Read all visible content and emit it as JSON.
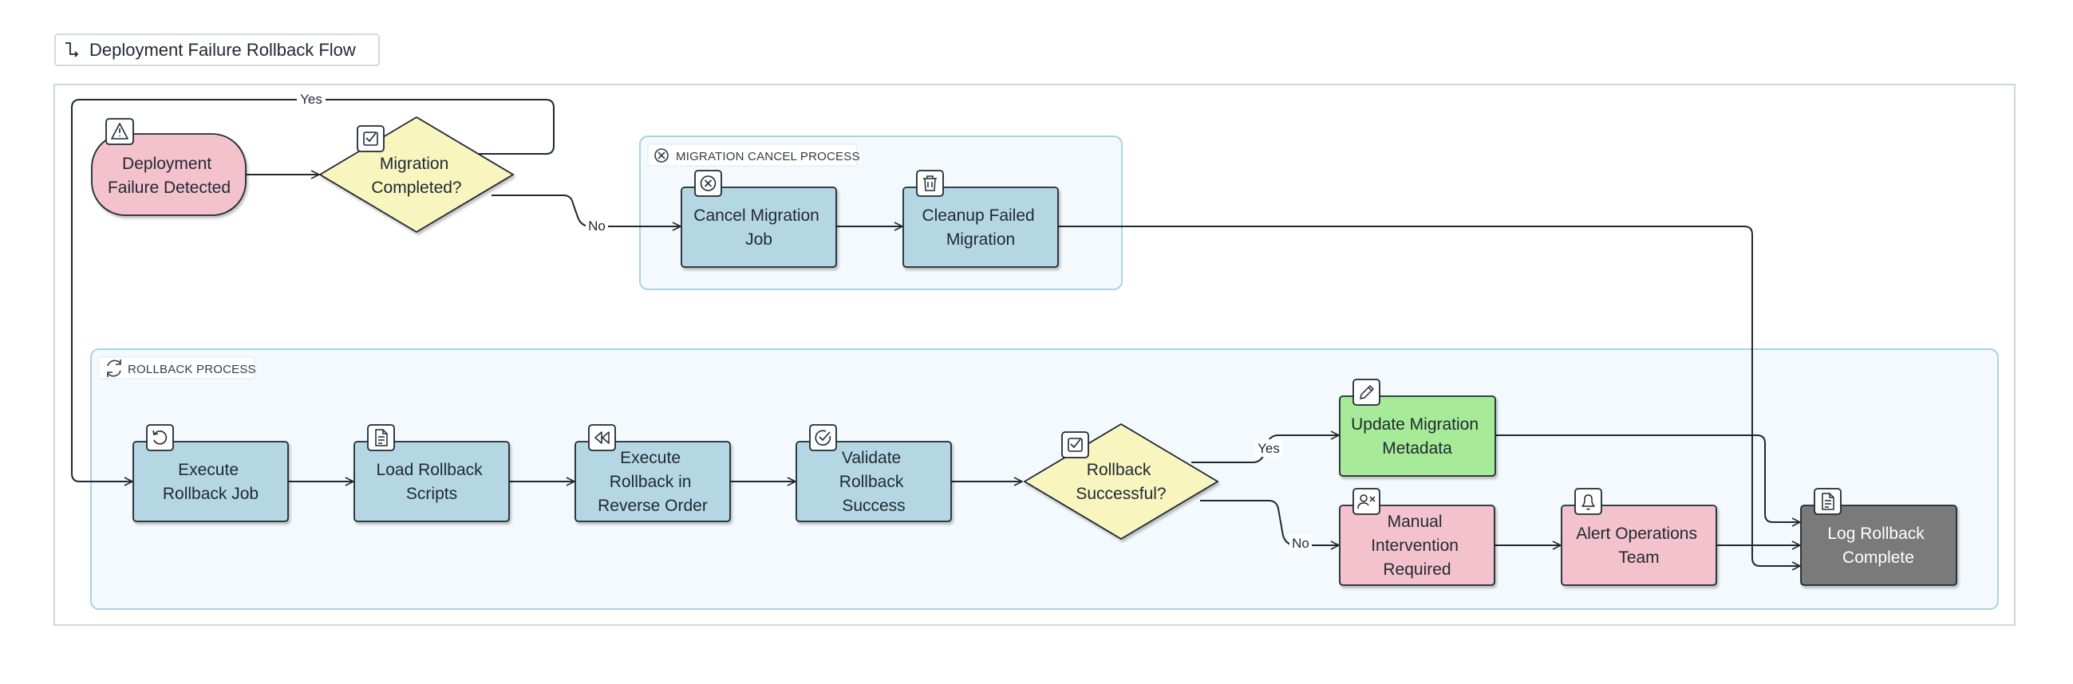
{
  "title": "Deployment Failure Rollback Flow",
  "groups": {
    "migration_cancel": "MIGRATION CANCEL PROCESS",
    "rollback": "ROLLBACK PROCESS"
  },
  "nodes": {
    "failure": [
      "Deployment",
      "Failure Detected"
    ],
    "migration_completed": [
      "Migration",
      "Completed?"
    ],
    "cancel_migration": [
      "Cancel Migration",
      "Job"
    ],
    "cleanup_failed": [
      "Cleanup Failed",
      "Migration"
    ],
    "execute_rollback_job": [
      "Execute",
      "Rollback Job"
    ],
    "load_rollback_scripts": [
      "Load Rollback",
      "Scripts"
    ],
    "execute_reverse": [
      "Execute",
      "Rollback in",
      "Reverse Order"
    ],
    "validate_success": [
      "Validate",
      "Rollback",
      "Success"
    ],
    "rollback_successful": [
      "Rollback",
      "Successful?"
    ],
    "update_metadata": [
      "Update Migration",
      "Metadata"
    ],
    "manual_intervention": [
      "Manual",
      "Intervention",
      "Required"
    ],
    "alert_ops": [
      "Alert Operations",
      "Team"
    ],
    "log_complete": [
      "Log Rollback",
      "Complete"
    ]
  },
  "edge_labels": {
    "migration_yes": "Yes",
    "migration_no": "No",
    "rollback_yes": "Yes",
    "rollback_no": "No"
  },
  "icons": {
    "title": "flow-icon",
    "failure": "warning-icon",
    "migration_completed": "checkbox-icon",
    "migration_cancel_group": "x-circle-icon",
    "cancel_migration": "x-circle-icon",
    "cleanup_failed": "trash-icon",
    "rollback_group": "refresh-icon",
    "execute_rollback_job": "undo-icon",
    "load_rollback_scripts": "file-icon",
    "execute_reverse": "rewind-icon",
    "validate_success": "check-circle-icon",
    "rollback_successful": "checkbox-icon",
    "update_metadata": "pencil-icon",
    "manual_intervention": "user-x-icon",
    "alert_ops": "bell-icon",
    "log_complete": "file-icon"
  },
  "colors": {
    "start_red": "#f4c2cc",
    "decision_yellow": "#f8f5bf",
    "process_blue": "#b5d7e4",
    "success_green": "#a7ea98",
    "alert_pink": "#f4c2cc",
    "end_gray": "#7a7a7a",
    "group_fill": "#f3f9fc",
    "group_border": "#a9d3e1"
  }
}
